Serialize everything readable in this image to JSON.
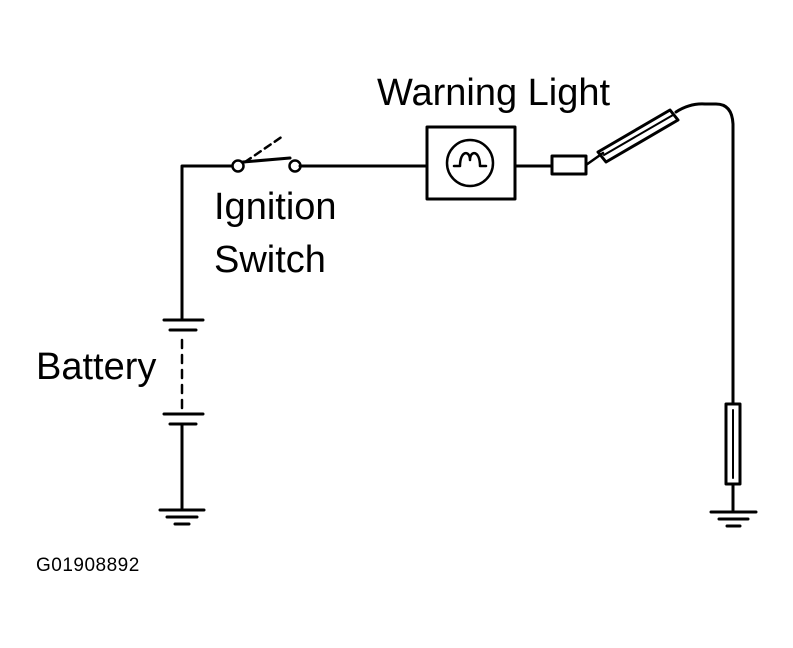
{
  "diagram": {
    "labels": {
      "warning_light": "Warning Light",
      "ignition_switch_line1": "Ignition",
      "ignition_switch_line2": "Switch",
      "battery": "Battery"
    },
    "figure_code": "G01908892"
  },
  "colors": {
    "ink": "#000000",
    "background": "#ffffff"
  }
}
